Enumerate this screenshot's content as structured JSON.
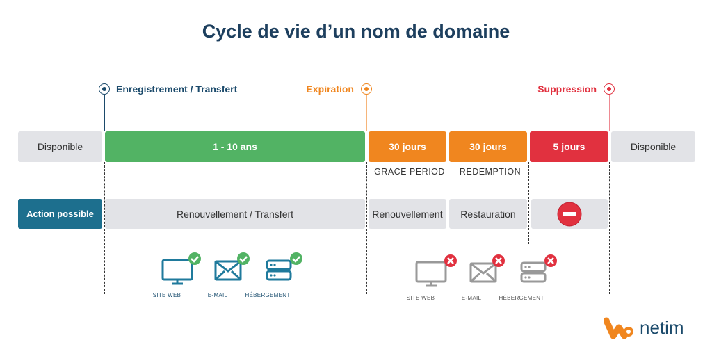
{
  "title": "Cycle de vie d’un nom de domaine",
  "markers": {
    "registration": "Enregistrement / Transfert",
    "expiration": "Expiration",
    "suppression": "Suppression"
  },
  "timeline": [
    {
      "label": "Disponible"
    },
    {
      "label": "1 - 10 ans"
    },
    {
      "label": "30 jours",
      "sub": "GRACE PERIOD"
    },
    {
      "label": "30 jours",
      "sub": "REDEMPTION"
    },
    {
      "label": "5 jours"
    },
    {
      "label": "Disponible"
    }
  ],
  "actions": {
    "header": "Action possible",
    "items": [
      "Renouvellement / Transfert",
      "Renouvellement",
      "Restauration"
    ],
    "blocked_icon": "no-entry-icon"
  },
  "services_active": [
    "SITE WEB",
    "E-MAIL",
    "HÉBERGEMENT"
  ],
  "services_inactive": [
    "SITE WEB",
    "E-MAIL",
    "HÉBERGEMENT"
  ],
  "logo": "netim",
  "colors": {
    "navy": "#1b4a6b",
    "green": "#52b364",
    "orange": "#f0861f",
    "red": "#e1313f",
    "gray": "#e2e3e7",
    "teal": "#1d6f8e"
  }
}
